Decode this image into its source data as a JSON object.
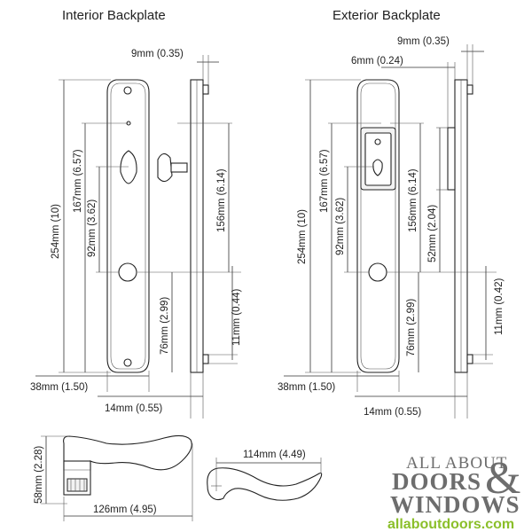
{
  "titles": {
    "interior": "Interior Backplate",
    "exterior": "Exterior Backplate"
  },
  "interior_dims": {
    "top_offset": "9mm (0.35)",
    "overall_height": "254mm (10)",
    "spindle_to_cylinder": "167mm (6.57)",
    "cylinder_to_lever": "92mm (3.62)",
    "side_height": "156mm (6.14)",
    "lever_to_bottom": "76mm (2.99)",
    "bottom_offset": "11mm (0.44)",
    "width": "38mm (1.50)",
    "depth": "14mm (0.55)"
  },
  "exterior_dims": {
    "top_offset": "9mm (0.35)",
    "window_offset": "6mm (0.24)",
    "overall_height": "254mm (10)",
    "spindle_to_cylinder": "167mm (6.57)",
    "cylinder_to_lever": "92mm (3.62)",
    "side_height": "156mm (6.14)",
    "window_height": "52mm (2.04)",
    "lever_to_bottom": "76mm (2.99)",
    "bottom_offset": "11mm (0.42)",
    "width": "38mm (1.50)",
    "depth": "14mm (0.55)"
  },
  "lever_dims": {
    "height": "58mm (2.28)",
    "length": "126mm (4.95)",
    "projection": "114mm (4.49)"
  },
  "logo": {
    "line1": "ALL ABOUT",
    "line2a": "DOORS",
    "ampersand": "&",
    "line3": "WINDOWS",
    "url": "allaboutdoors.com"
  }
}
